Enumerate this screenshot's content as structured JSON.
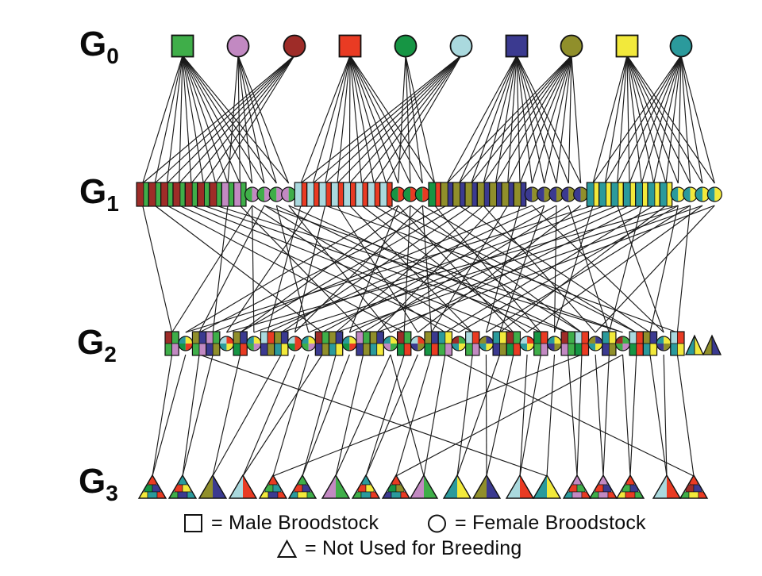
{
  "figure": {
    "kind": "breeding-pedigree-diagram"
  },
  "generations": [
    {
      "name": "G0",
      "label": "G",
      "sub": "0"
    },
    {
      "name": "G1",
      "label": "G",
      "sub": "1"
    },
    {
      "name": "G2",
      "label": "G",
      "sub": "2"
    },
    {
      "name": "G3",
      "label": "G",
      "sub": "3"
    }
  ],
  "colors": {
    "gr": "#3fae49",
    "pl": "#c289c2",
    "dr": "#9e2c28",
    "re": "#e93b23",
    "fo": "#169544",
    "lb": "#aad9de",
    "nv": "#3b3a90",
    "ol": "#908f2b",
    "ye": "#f2e93b",
    "te": "#2b9a9c",
    "line": "#1a1a1a",
    "outline": "#111111"
  },
  "g0": [
    {
      "shape": "square",
      "color": "gr"
    },
    {
      "shape": "circle",
      "color": "pl"
    },
    {
      "shape": "circle",
      "color": "dr"
    },
    {
      "shape": "square",
      "color": "re"
    },
    {
      "shape": "circle",
      "color": "fo"
    },
    {
      "shape": "circle",
      "color": "lb"
    },
    {
      "shape": "square",
      "color": "nv"
    },
    {
      "shape": "circle",
      "color": "ol"
    },
    {
      "shape": "square",
      "color": "ye"
    },
    {
      "shape": "circle",
      "color": "te"
    }
  ],
  "g1": [
    {
      "t": "r",
      "c": [
        "dr",
        "gr"
      ],
      "f": 0,
      "m": 2
    },
    {
      "t": "r",
      "c": [
        "dr",
        "gr"
      ],
      "f": 0,
      "m": 2
    },
    {
      "t": "r",
      "c": [
        "dr",
        "gr"
      ],
      "f": 0,
      "m": 2
    },
    {
      "t": "r",
      "c": [
        "dr",
        "gr"
      ],
      "f": 0,
      "m": 2
    },
    {
      "t": "r",
      "c": [
        "dr",
        "gr"
      ],
      "f": 0,
      "m": 2
    },
    {
      "t": "r",
      "c": [
        "dr",
        "gr"
      ],
      "f": 0,
      "m": 2
    },
    {
      "t": "r",
      "c": [
        "dr",
        "gr"
      ],
      "f": 0,
      "m": 2
    },
    {
      "t": "r",
      "c": [
        "pl",
        "gr"
      ],
      "f": 0,
      "m": 1
    },
    {
      "t": "r",
      "c": [
        "pl",
        "gr"
      ],
      "f": 0,
      "m": 1
    },
    {
      "t": "c",
      "c": [
        "gr",
        "pl"
      ],
      "f": 0,
      "m": 1
    },
    {
      "t": "c",
      "c": [
        "gr",
        "pl"
      ],
      "f": 0,
      "m": 1
    },
    {
      "t": "c",
      "c": [
        "gr",
        "pl"
      ],
      "f": 0,
      "m": 1
    },
    {
      "t": "c",
      "c": [
        "pl",
        "gr"
      ],
      "f": 0,
      "m": 1
    },
    {
      "t": "r",
      "c": [
        "lb",
        "re"
      ],
      "f": 3,
      "m": 5
    },
    {
      "t": "r",
      "c": [
        "lb",
        "re"
      ],
      "f": 3,
      "m": 5
    },
    {
      "t": "r",
      "c": [
        "lb",
        "re"
      ],
      "f": 3,
      "m": 5
    },
    {
      "t": "r",
      "c": [
        "lb",
        "re"
      ],
      "f": 3,
      "m": 5
    },
    {
      "t": "r",
      "c": [
        "lb",
        "re"
      ],
      "f": 3,
      "m": 5
    },
    {
      "t": "r",
      "c": [
        "lb",
        "re"
      ],
      "f": 3,
      "m": 5
    },
    {
      "t": "r",
      "c": [
        "lb",
        "re"
      ],
      "f": 3,
      "m": 5
    },
    {
      "t": "r",
      "c": [
        "lb",
        "re"
      ],
      "f": 3,
      "m": 5
    },
    {
      "t": "c",
      "c": [
        "fo",
        "re"
      ],
      "f": 3,
      "m": 4
    },
    {
      "t": "c",
      "c": [
        "fo",
        "re"
      ],
      "f": 3,
      "m": 4
    },
    {
      "t": "c",
      "c": [
        "fo",
        "re"
      ],
      "f": 3,
      "m": 4
    },
    {
      "t": "r",
      "c": [
        "fo",
        "re"
      ],
      "f": 3,
      "m": 4
    },
    {
      "t": "r",
      "c": [
        "ol",
        "nv"
      ],
      "f": 6,
      "m": 7
    },
    {
      "t": "r",
      "c": [
        "ol",
        "nv"
      ],
      "f": 6,
      "m": 7
    },
    {
      "t": "r",
      "c": [
        "ol",
        "nv"
      ],
      "f": 6,
      "m": 7
    },
    {
      "t": "r",
      "c": [
        "ol",
        "nv"
      ],
      "f": 6,
      "m": 7
    },
    {
      "t": "r",
      "c": [
        "ol",
        "nv"
      ],
      "f": 6,
      "m": 7
    },
    {
      "t": "r",
      "c": [
        "ol",
        "nv"
      ],
      "f": 6,
      "m": 7
    },
    {
      "t": "r",
      "c": [
        "ol",
        "nv"
      ],
      "f": 6,
      "m": 7
    },
    {
      "t": "c",
      "c": [
        "nv",
        "ol"
      ],
      "f": 6,
      "m": 7
    },
    {
      "t": "c",
      "c": [
        "nv",
        "ol"
      ],
      "f": 6,
      "m": 7
    },
    {
      "t": "c",
      "c": [
        "nv",
        "ol"
      ],
      "f": 6,
      "m": 7
    },
    {
      "t": "c",
      "c": [
        "nv",
        "ol"
      ],
      "f": 6,
      "m": 7
    },
    {
      "t": "c",
      "c": [
        "nv",
        "ol"
      ],
      "f": 6,
      "m": 7
    },
    {
      "t": "r",
      "c": [
        "te",
        "ye"
      ],
      "f": 8,
      "m": 9
    },
    {
      "t": "r",
      "c": [
        "te",
        "ye"
      ],
      "f": 8,
      "m": 9
    },
    {
      "t": "r",
      "c": [
        "te",
        "ye"
      ],
      "f": 8,
      "m": 9
    },
    {
      "t": "r",
      "c": [
        "te",
        "ye"
      ],
      "f": 8,
      "m": 9
    },
    {
      "t": "r",
      "c": [
        "te",
        "ye"
      ],
      "f": 8,
      "m": 9
    },
    {
      "t": "r",
      "c": [
        "te",
        "ye"
      ],
      "f": 8,
      "m": 9
    },
    {
      "t": "r",
      "c": [
        "te",
        "ye"
      ],
      "f": 8,
      "m": 9
    },
    {
      "t": "c",
      "c": [
        "te",
        "ye"
      ],
      "f": 8,
      "m": 9
    },
    {
      "t": "c",
      "c": [
        "te",
        "ye"
      ],
      "f": 8,
      "m": 9
    },
    {
      "t": "c",
      "c": [
        "te",
        "ye"
      ],
      "f": 8,
      "m": 9
    },
    {
      "t": "c",
      "c": [
        "te",
        "ye"
      ],
      "f": 8,
      "m": 9
    }
  ],
  "g2": [
    {
      "t": "s",
      "q": [
        "dr",
        "gr",
        "gr",
        "pl"
      ],
      "f": 0,
      "m": 9
    },
    {
      "t": "c",
      "q": [
        "te",
        "ye",
        "fo",
        "re"
      ],
      "f": 37,
      "m": 21
    },
    {
      "t": "s",
      "q": [
        "ol",
        "nv",
        "gr",
        "pl"
      ],
      "f": 25,
      "m": 10
    },
    {
      "t": "s",
      "q": [
        "pl",
        "gr",
        "nv",
        "ol"
      ],
      "f": 7,
      "m": 32
    },
    {
      "t": "c",
      "q": [
        "lb",
        "re",
        "te",
        "ye"
      ],
      "f": 14,
      "m": 44
    },
    {
      "t": "s",
      "q": [
        "ol",
        "nv",
        "fo",
        "re"
      ],
      "f": 26,
      "m": 22
    },
    {
      "t": "c",
      "q": [
        "te",
        "ye",
        "gr",
        "pl"
      ],
      "f": 38,
      "m": 9
    },
    {
      "t": "s",
      "q": [
        "lb",
        "re",
        "nv",
        "ol"
      ],
      "f": 13,
      "m": 33
    },
    {
      "t": "s",
      "q": [
        "ol",
        "nv",
        "te",
        "ye"
      ],
      "f": 27,
      "m": 45
    },
    {
      "t": "c",
      "q": [
        "lb",
        "re",
        "fo",
        "re"
      ],
      "f": 15,
      "m": 23
    },
    {
      "t": "c",
      "q": [
        "te",
        "ye",
        "gr",
        "pl"
      ],
      "f": 39,
      "m": 11
    },
    {
      "t": "s",
      "q": [
        "dr",
        "gr",
        "nv",
        "ol"
      ],
      "f": 1,
      "m": 34
    },
    {
      "t": "s",
      "q": [
        "ol",
        "nv",
        "te",
        "ye"
      ],
      "f": 28,
      "m": 46
    },
    {
      "t": "c",
      "q": [
        "te",
        "ye",
        "fo",
        "re"
      ],
      "f": 40,
      "m": 21
    },
    {
      "t": "s",
      "q": [
        "pl",
        "gr",
        "nv",
        "ol"
      ],
      "f": 8,
      "m": 35
    },
    {
      "t": "s",
      "q": [
        "ol",
        "nv",
        "te",
        "ye"
      ],
      "f": 29,
      "m": 47
    },
    {
      "t": "c",
      "q": [
        "te",
        "ye",
        "pl",
        "gr"
      ],
      "f": 41,
      "m": 12
    },
    {
      "t": "s",
      "q": [
        "dr",
        "gr",
        "fo",
        "re"
      ],
      "f": 2,
      "m": 22
    },
    {
      "t": "c",
      "q": [
        "lb",
        "re",
        "nv",
        "ol"
      ],
      "f": 16,
      "m": 36
    },
    {
      "t": "s",
      "q": [
        "ol",
        "nv",
        "fo",
        "re"
      ],
      "f": 30,
      "m": 23
    },
    {
      "t": "s",
      "q": [
        "te",
        "ye",
        "gr",
        "pl"
      ],
      "f": 42,
      "m": 9
    },
    {
      "t": "c",
      "q": [
        "dr",
        "gr",
        "te",
        "ye"
      ],
      "f": 3,
      "m": 44
    },
    {
      "t": "s",
      "q": [
        "lb",
        "re",
        "gr",
        "pl"
      ],
      "f": 17,
      "m": 10
    },
    {
      "t": "c",
      "q": [
        "ol",
        "nv",
        "te",
        "ye"
      ],
      "f": 31,
      "m": 45
    },
    {
      "t": "s",
      "q": [
        "te",
        "ye",
        "nv",
        "ol"
      ],
      "f": 43,
      "m": 33
    },
    {
      "t": "s",
      "q": [
        "dr",
        "gr",
        "fo",
        "re"
      ],
      "f": 4,
      "m": 21
    },
    {
      "t": "c",
      "q": [
        "lb",
        "re",
        "te",
        "ye"
      ],
      "f": 18,
      "m": 46
    },
    {
      "t": "s",
      "q": [
        "fo",
        "re",
        "gr",
        "pl"
      ],
      "f": 24,
      "m": 11
    },
    {
      "t": "c",
      "q": [
        "te",
        "ye",
        "nv",
        "ol"
      ],
      "f": 37,
      "m": 34
    },
    {
      "t": "s",
      "q": [
        "dr",
        "gr",
        "pl",
        "gr"
      ],
      "f": 5,
      "m": 12
    },
    {
      "t": "s",
      "q": [
        "lb",
        "re",
        "fo",
        "re"
      ],
      "f": 19,
      "m": 22
    },
    {
      "t": "c",
      "q": [
        "ol",
        "nv",
        "te",
        "ye"
      ],
      "f": 28,
      "m": 47
    },
    {
      "t": "s",
      "q": [
        "te",
        "ye",
        "nv",
        "ol"
      ],
      "f": 41,
      "m": 35
    },
    {
      "t": "c",
      "q": [
        "dr",
        "gr",
        "gr",
        "pl"
      ],
      "f": 6,
      "m": 10
    },
    {
      "t": "s",
      "q": [
        "lb",
        "re",
        "fo",
        "re"
      ],
      "f": 20,
      "m": 23
    },
    {
      "t": "s",
      "q": [
        "ol",
        "nv",
        "te",
        "ye"
      ],
      "f": 26,
      "m": 44
    },
    {
      "t": "c",
      "q": [
        "te",
        "ye",
        "nv",
        "ol"
      ],
      "f": 39,
      "m": 32
    },
    {
      "t": "s",
      "q": [
        "lb",
        "re",
        "te",
        "ye"
      ],
      "f": 15,
      "m": 45
    }
  ],
  "g2_unused": [
    {
      "c": [
        "te",
        "ye"
      ]
    },
    {
      "c": [
        "ol",
        "nv"
      ]
    }
  ],
  "g3": [
    {
      "type": "mosaic",
      "c": [
        "re",
        "fo",
        "nv",
        "ye",
        "te"
      ],
      "p": [
        0,
        1
      ]
    },
    {
      "type": "mosaic",
      "c": [
        "te",
        "re",
        "ye",
        "gr",
        "nv"
      ],
      "p": [
        2,
        3
      ]
    },
    {
      "type": "split",
      "c": [
        "ol",
        "nv"
      ],
      "p": [
        5,
        8
      ]
    },
    {
      "type": "split",
      "c": [
        "lb",
        "re"
      ],
      "p": [
        9,
        11
      ]
    },
    {
      "type": "mosaic",
      "c": [
        "re",
        "gr",
        "te",
        "ye",
        "nv"
      ],
      "p": [
        10,
        30
      ]
    },
    {
      "type": "mosaic",
      "c": [
        "gr",
        "re",
        "nv",
        "te",
        "ye"
      ],
      "p": [
        12,
        13
      ]
    },
    {
      "type": "split",
      "c": [
        "pl",
        "gr"
      ],
      "p": [
        14,
        16
      ]
    },
    {
      "type": "mosaic",
      "c": [
        "te",
        "re",
        "ye",
        "gr"
      ],
      "p": [
        17,
        18
      ]
    },
    {
      "type": "mosaic",
      "c": [
        "re",
        "fo",
        "ol",
        "nv",
        "te"
      ],
      "p": [
        19,
        33
      ]
    },
    {
      "type": "split",
      "c": [
        "pl",
        "gr"
      ],
      "p": [
        20,
        16
      ]
    },
    {
      "type": "split",
      "c": [
        "te",
        "ye"
      ],
      "p": [
        22,
        24
      ]
    },
    {
      "type": "split",
      "c": [
        "ol",
        "nv"
      ],
      "p": [
        23,
        25
      ]
    },
    {
      "type": "split",
      "c": [
        "lb",
        "re"
      ],
      "p": [
        26,
        27
      ]
    },
    {
      "type": "split",
      "c": [
        "te",
        "ye"
      ],
      "p": [
        28,
        2
      ]
    },
    {
      "type": "mosaic",
      "c": [
        "pl",
        "re",
        "gr",
        "te"
      ],
      "p": [
        29,
        30
      ]
    },
    {
      "type": "mosaic",
      "c": [
        "pl",
        "re",
        "nv",
        "gr"
      ],
      "p": [
        31,
        32
      ]
    },
    {
      "type": "mosaic",
      "c": [
        "re",
        "gr",
        "nv",
        "ye"
      ],
      "p": [
        33,
        34
      ]
    },
    {
      "type": "split",
      "c": [
        "lb",
        "re"
      ],
      "p": [
        35,
        36
      ]
    },
    {
      "type": "mosaic",
      "c": [
        "re",
        "dr",
        "nv",
        "gr",
        "ye"
      ],
      "p": [
        37,
        20
      ]
    }
  ],
  "legend": {
    "items": [
      {
        "icon": "square-icon",
        "label": "= Male Broodstock"
      },
      {
        "icon": "circle-icon",
        "label": "= Female Broodstock"
      },
      {
        "icon": "triangle-icon",
        "label": "= Not Used for Breeding"
      }
    ]
  }
}
